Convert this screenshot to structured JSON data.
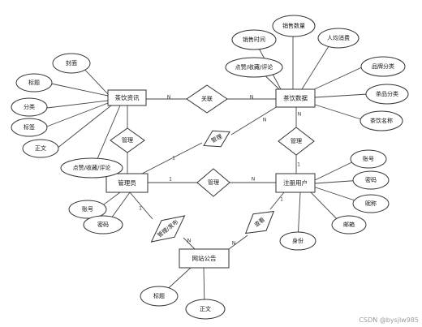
{
  "entities": {
    "tea_info": "茶饮资讯",
    "tea_data": "茶饮数据",
    "admin": "管理员",
    "user": "注册用户",
    "announcement": "网站公告"
  },
  "attributes": {
    "tea_info": [
      "封面",
      "标题",
      "分类",
      "标签",
      "正文",
      "点赞/收藏/评论"
    ],
    "tea_data": [
      "销售时间",
      "销售数量",
      "人均消费",
      "品牌分类",
      "茶品分类",
      "茶饮名称",
      "点赞/收藏/评论"
    ],
    "admin": [
      "账号",
      "密码"
    ],
    "user": [
      "账号",
      "密码",
      "昵称",
      "邮箱",
      "身份"
    ],
    "announcement": [
      "标题",
      "正文"
    ]
  },
  "relationships": {
    "info_data": "关联",
    "admin_info": "管理",
    "admin_data": "管理",
    "data_user": "管理",
    "admin_user": "管理",
    "admin_announcement": "管理/发布",
    "user_announcement": "查看"
  },
  "cardinality": {
    "one": "1",
    "many": "N"
  },
  "watermark": "CSDN @bysjlw985"
}
